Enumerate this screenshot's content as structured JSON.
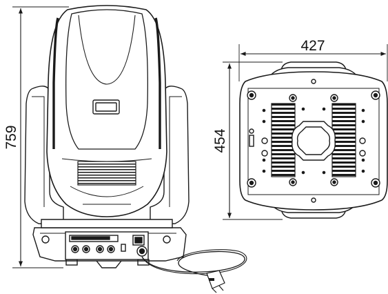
{
  "dimensions": {
    "height_front": "759",
    "width_base": "427",
    "depth_base": "454"
  },
  "colors": {
    "line": "#1a1a1a",
    "background": "#ffffff"
  }
}
